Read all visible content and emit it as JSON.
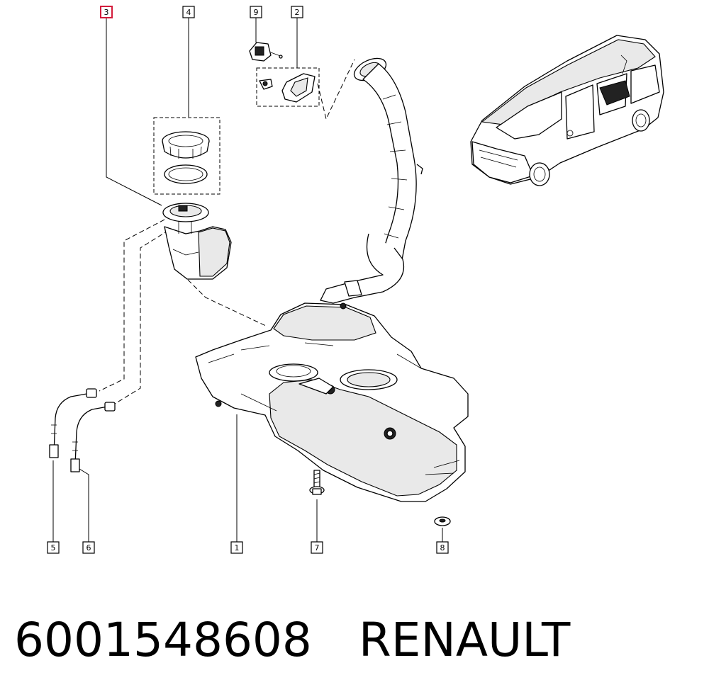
{
  "diagram": {
    "callouts": [
      {
        "label": "3",
        "selected": true
      },
      {
        "label": "4",
        "selected": false
      },
      {
        "label": "9",
        "selected": false
      },
      {
        "label": "2",
        "selected": false
      },
      {
        "label": "5",
        "selected": false
      },
      {
        "label": "6",
        "selected": false
      },
      {
        "label": "1",
        "selected": false
      },
      {
        "label": "7",
        "selected": false
      },
      {
        "label": "8",
        "selected": false
      }
    ],
    "colors": {
      "line": "#000000",
      "selected_callout": "#d41c3c",
      "background": "#ffffff"
    }
  },
  "footer": {
    "part_number": "6001548608",
    "brand": "RENAULT"
  }
}
